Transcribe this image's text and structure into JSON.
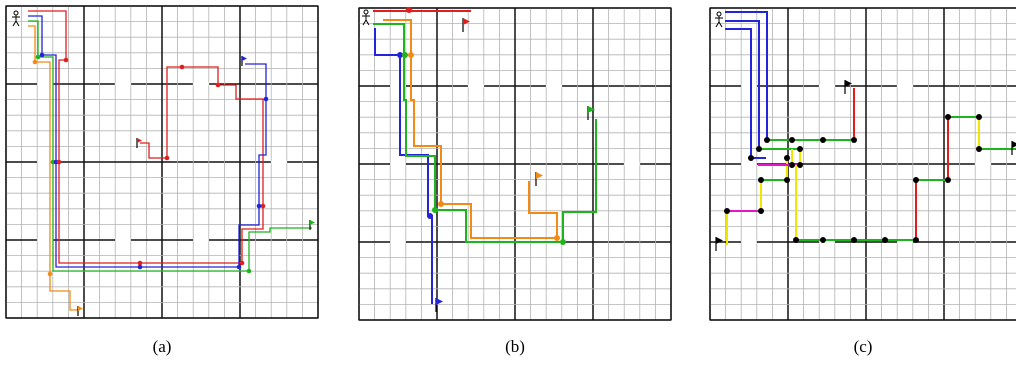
{
  "panels": [
    {
      "id": "a",
      "caption": "(a)"
    },
    {
      "id": "b",
      "caption": "(b)"
    },
    {
      "id": "c",
      "caption": "(c)"
    }
  ],
  "colors": {
    "grid_minor": "#b3b3b3",
    "grid_major": "#111111",
    "border": "#111111",
    "red": "#e01e1e",
    "blue": "#2424d8",
    "green": "#1fb31f",
    "orange": "#f28a16",
    "yellow": "#f2e600",
    "magenta": "#e018c8",
    "node": "#000000"
  },
  "icons": {
    "agent": "person-icon",
    "goal": "flag-icon"
  }
}
